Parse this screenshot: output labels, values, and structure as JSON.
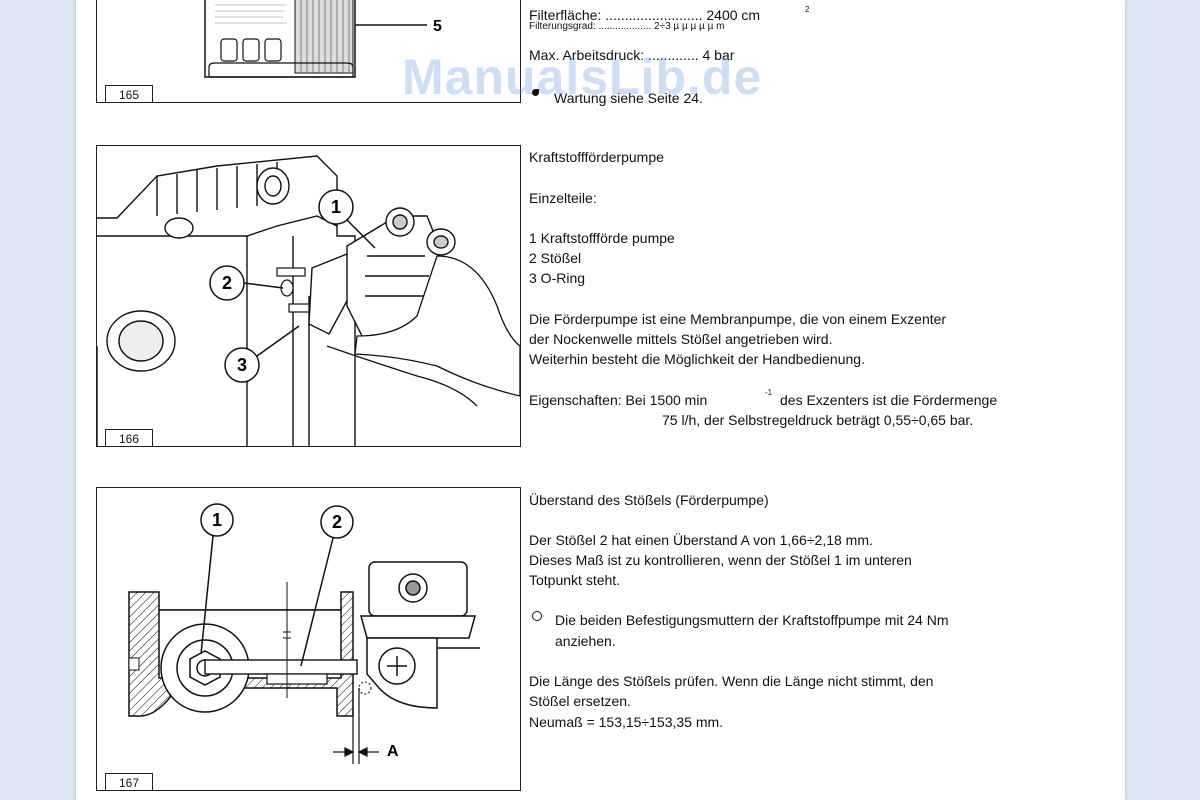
{
  "watermark": "ManualsLib.de",
  "fig165": {
    "number": "165",
    "callout": "5"
  },
  "fig166": {
    "number": "166",
    "callouts": [
      "1",
      "2",
      "3"
    ]
  },
  "fig167": {
    "number": "167",
    "callouts": [
      "1",
      "2"
    ],
    "dimension_label": "A"
  },
  "section_filter": {
    "filterflaeche": "Filterfläche: ......................... 2400 cm",
    "filterflaeche_sup": "2",
    "filterungsgrad": "Filterungsgrad: ................... 2÷3 µ µ µ µ µ m",
    "arbeitsdruck": "Max. Arbeitsdruck: ............. 4 bar",
    "wartung": "Wartung siehe Seite 24."
  },
  "section_pump": {
    "title": "Kraftstoffförderpumpe",
    "einzelteile": "Einzelteile:",
    "parts": [
      "1 Kraftstoffförde pumpe",
      "2 Stößel",
      "3 O-Ring"
    ],
    "description": [
      "Die Förderpumpe ist eine Membranpumpe, die von einem Exzenter",
      "der Nockenwelle mittels Stößel angetrieben wird.",
      "Weiterhin besteht die Möglichkeit der Handbedienung."
    ],
    "eigenschaften_a": "Eigenschaften: Bei 1500 min",
    "eigenschaften_sup": "-1",
    "eigenschaften_b": "des Exzenters ist die Fördermenge",
    "eigenschaften_c": "75 l/h, der Selbstregeldruck beträgt 0,55÷0,65 bar."
  },
  "section_stoessel": {
    "title": "Überstand des Stößels (Förderpumpe)",
    "para1": [
      "Der Stößel 2 hat einen Überstand A von 1,66÷2,18 mm.",
      "Dieses Maß ist zu kontrollieren, wenn der Stößel 1 im unteren",
      "Totpunkt steht."
    ],
    "bullet": [
      "Die beiden Befestigungsmuttern der Kraftstoffpumpe mit 24 Nm",
      "anziehen."
    ],
    "para2": [
      "Die Länge des Stößels prüfen. Wenn die Länge nicht stimmt, den",
      "Stößel ersetzen.",
      "Neumaß = 153,15÷153,35 mm."
    ]
  }
}
